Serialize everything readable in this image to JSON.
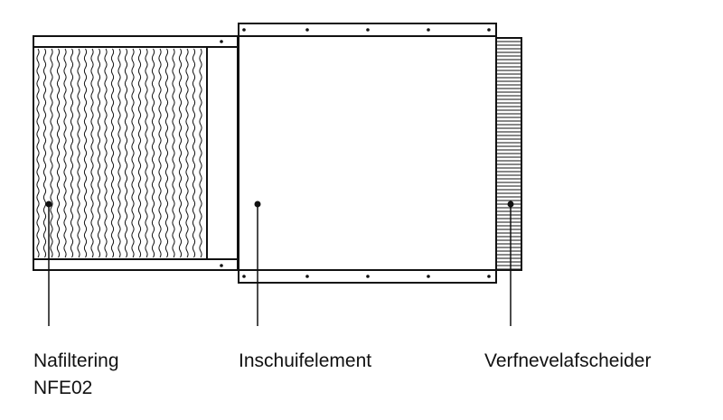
{
  "diagram": {
    "labels": {
      "nafiltering_line1": "Nafiltering",
      "nafiltering_line2": "NFE02",
      "inschuifelement": "Inschuifelement",
      "verfnevelafscheider": "Verfnevelafscheider"
    },
    "colors": {
      "stroke": "#111111",
      "background": "#ffffff"
    }
  }
}
